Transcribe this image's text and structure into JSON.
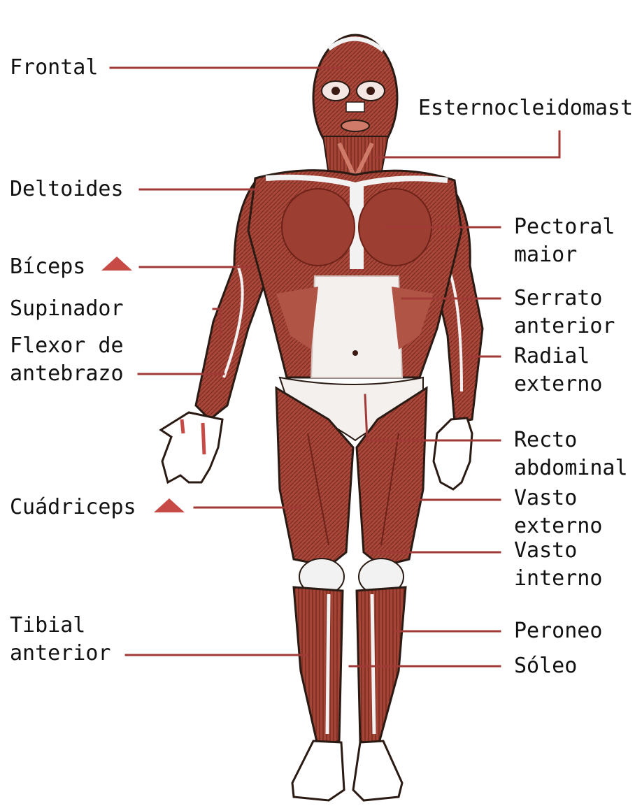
{
  "colors": {
    "muscle": "#a8473a",
    "muscle_dark": "#6e2218",
    "muscle_light": "#d07a6a",
    "leader_line": "#a03a36",
    "marker": "#c84a46",
    "tendon": "#f2f2f2",
    "outline": "#2a1a14"
  },
  "marker_icon": "triangle-up-icon",
  "labels": {
    "frontal": "Frontal",
    "esterno": "Esternocleidomast",
    "deltoides": "Deltoides",
    "pectoral_1": "Pectoral",
    "pectoral_2": "maior",
    "biceps": "Bíceps",
    "supinador": "Supinador",
    "serrato_1": "Serrato",
    "serrato_2": "anterior",
    "flexor_1": "Flexor de",
    "flexor_2": "antebrazo",
    "radial_1": "Radial",
    "radial_2": "externo",
    "recto_1": "Recto",
    "recto_2": "abdominal",
    "cuadriceps": "Cuádriceps",
    "vasto_ext_1": "Vasto",
    "vasto_ext_2": "externo",
    "vasto_int_1": "Vasto",
    "vasto_int_2": "interno",
    "tibial_1": "Tibial",
    "tibial_2": "anterior",
    "peroneo": "Peroneo",
    "soleo": "Sóleo"
  }
}
